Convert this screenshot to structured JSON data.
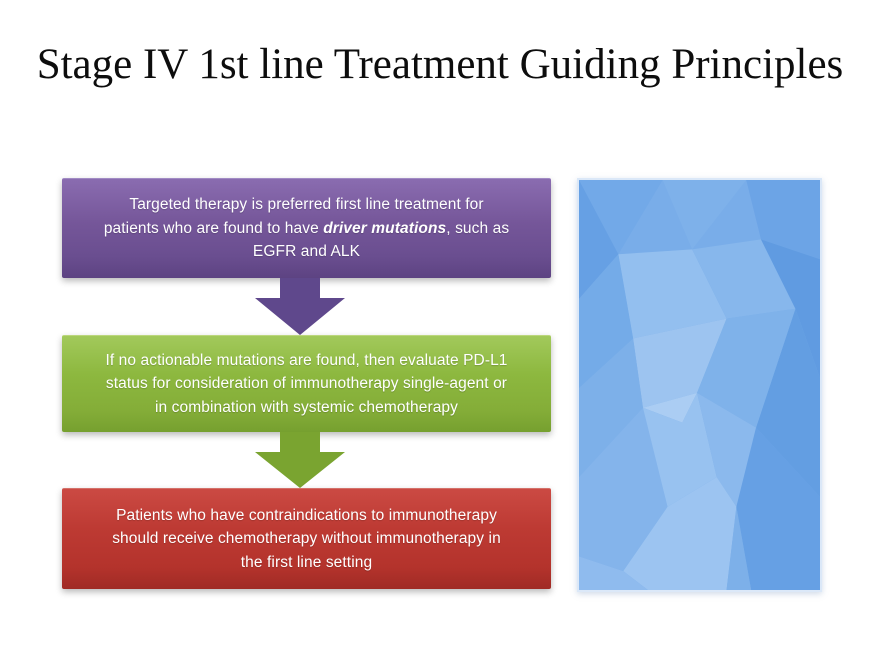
{
  "slide_title": "Stage IV 1st line Treatment Guiding Principles",
  "flow": {
    "box1": {
      "name": "targeted-therapy-principle",
      "bg_color": "#6f5296",
      "line1": "Targeted therapy is preferred first line treatment for",
      "line2_pre": "patients who are found to have ",
      "line2_em": "driver mutations",
      "line2_post": ", such as",
      "line3": "EGFR and ALK"
    },
    "arrow1": {
      "name": "down-arrow",
      "color": "#5f488c"
    },
    "box2": {
      "name": "pd-l1-evaluation-principle",
      "bg_color": "#8ab13e",
      "lines": [
        "If no actionable mutations are found, then evaluate PD-L1",
        "status for consideration of immunotherapy single-agent or",
        "in combination with systemic chemotherapy"
      ]
    },
    "arrow2": {
      "name": "down-arrow",
      "color": "#7aa430"
    },
    "box3": {
      "name": "chemotherapy-contraindication-principle",
      "bg_color": "#b9362f",
      "lines": [
        "Patients who have contraindications to immunotherapy",
        "should receive chemotherapy without immunotherapy in",
        "the first line setting"
      ]
    }
  },
  "decorative_image": {
    "description": "abstract low-poly blue polygon artwork",
    "border_color": "#dbe8f8",
    "palette": [
      "#5f9ae0",
      "#69a3e6",
      "#74abe9",
      "#7fb2eb",
      "#8ab9ed",
      "#95c0ef",
      "#a0c7f1",
      "#abcef3"
    ]
  },
  "text_color": "#ffffff",
  "title_color": "#0d0d0d"
}
